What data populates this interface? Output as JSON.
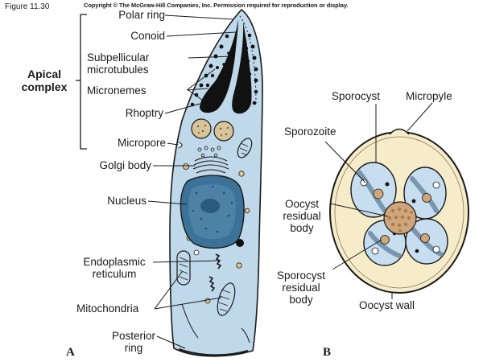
{
  "figure_id": "Figure 11.30",
  "copyright": "Copyright © The McGraw-Hill Companies, Inc. Permission required for reproduction or display.",
  "panel_a": {
    "letter": "A",
    "group_label": [
      "Apical",
      "complex"
    ],
    "labels": {
      "polar_ring": "Polar ring",
      "conoid": "Conoid",
      "subpellicular_microtubules": [
        "Subpellicular",
        "microtubules"
      ],
      "micronemes": "Micronemes",
      "rhoptry": "Rhoptry",
      "micropore": "Micropore",
      "golgi_body": "Golgi body",
      "nucleus": "Nucleus",
      "endoplasmic_reticulum": [
        "Endoplasmic",
        "reticulum"
      ],
      "mitochondria": "Mitochondria",
      "posterior_ring": [
        "Posterior",
        "ring"
      ]
    }
  },
  "panel_b": {
    "letter": "B",
    "labels": {
      "sporocyst": "Sporocyst",
      "micropyle": "Micropyle",
      "sporozoite": "Sporozoite",
      "oocyst_residual_body": [
        "Oocyst",
        "residual",
        "body"
      ],
      "sporocyst_residual_body": [
        "Sporocyst",
        "residual",
        "body"
      ],
      "oocyst_wall": "Oocyst wall"
    }
  },
  "colors": {
    "cell_fill": "#bfd8ea",
    "outline": "#1a1a1a",
    "nucleus_fill": "#3c7297",
    "oocyst_fill": "#f6ecc9",
    "sporocyst_fill": "#c6def0",
    "residual_body": "#cfa579",
    "organelle_tan": "#e7c48b"
  }
}
